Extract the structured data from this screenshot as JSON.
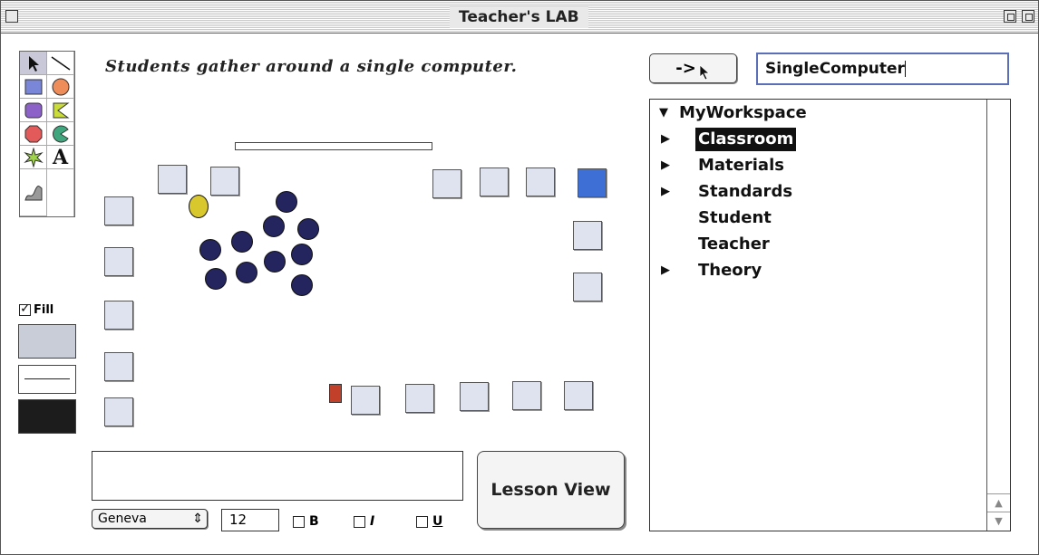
{
  "window": {
    "title": "Teacher's LAB"
  },
  "caption": "Students gather around a single computer.",
  "tools": {
    "text_tool_glyph": "A"
  },
  "fill": {
    "label": "Fill",
    "checked": true
  },
  "swatches": {
    "fill_color": "#c8cdd8",
    "line_color": "#ffffff",
    "pen_color": "#1c1c1c"
  },
  "colors": {
    "desk": "#dfe3ef",
    "active_desk": "#3d6fd4",
    "student": "#24245f",
    "teacher": "#d8c82e",
    "marker": "#c2402a"
  },
  "bottom": {
    "lesson_button_label": "Lesson View",
    "font_name": "Geneva",
    "font_size": "12",
    "bold_label": "B",
    "italic_label": "I",
    "underline_label": "U"
  },
  "navigator": {
    "go_button_label": "->",
    "name_field_value": "SingleComputer"
  },
  "tree": {
    "root": "MyWorkspace",
    "items": [
      {
        "label": "Classroom",
        "expandable": true,
        "selected": true
      },
      {
        "label": "Materials",
        "expandable": true,
        "selected": false
      },
      {
        "label": "Standards",
        "expandable": true,
        "selected": false
      },
      {
        "label": "Student",
        "expandable": false,
        "selected": false
      },
      {
        "label": "Teacher",
        "expandable": false,
        "selected": false
      },
      {
        "label": "Theory",
        "expandable": true,
        "selected": false
      }
    ]
  }
}
